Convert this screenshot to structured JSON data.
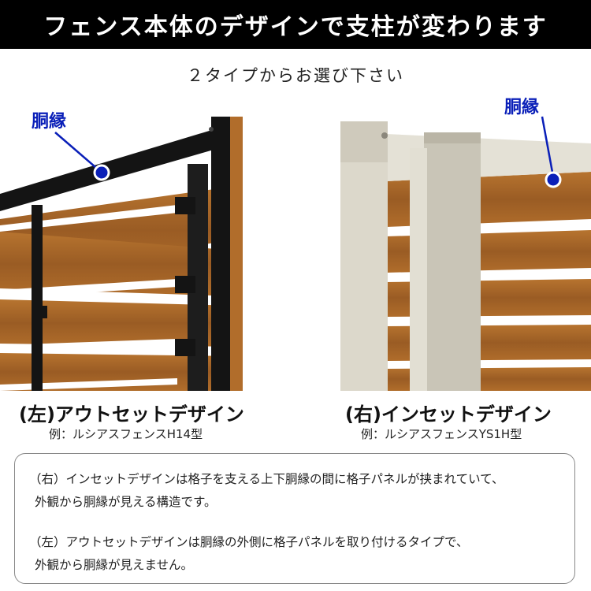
{
  "header": {
    "title": "フェンス本体のデザインで支柱が変わります"
  },
  "subtitle": "２タイプからお選び下さい",
  "callouts": {
    "left_label": "胴縁",
    "right_label": "胴縁"
  },
  "designs": {
    "left": {
      "title": "(左)アウトセットデザイン",
      "example": "例：ルシアスフェンスH14型"
    },
    "right": {
      "title": "(右)インセットデザイン",
      "example": "例：ルシアスフェンスYS1H型"
    }
  },
  "notes": [
    {
      "line1": "（右）インセットデザインは格子を支える上下胴縁の間に格子パネルが挟まれていて、",
      "line2": "外観から胴縁が見える構造です。"
    },
    {
      "line1": "（左）アウトセットデザインは胴縁の外側に格子パネルを取り付けるタイプで、",
      "line2": "外観から胴縁が見えません。"
    }
  ],
  "colors": {
    "header_bg": "#000000",
    "callout_blue": "#0a1fb8",
    "wood": "#a5652a",
    "frame_black": "#141414",
    "frame_beige": "#d9d5c8"
  }
}
